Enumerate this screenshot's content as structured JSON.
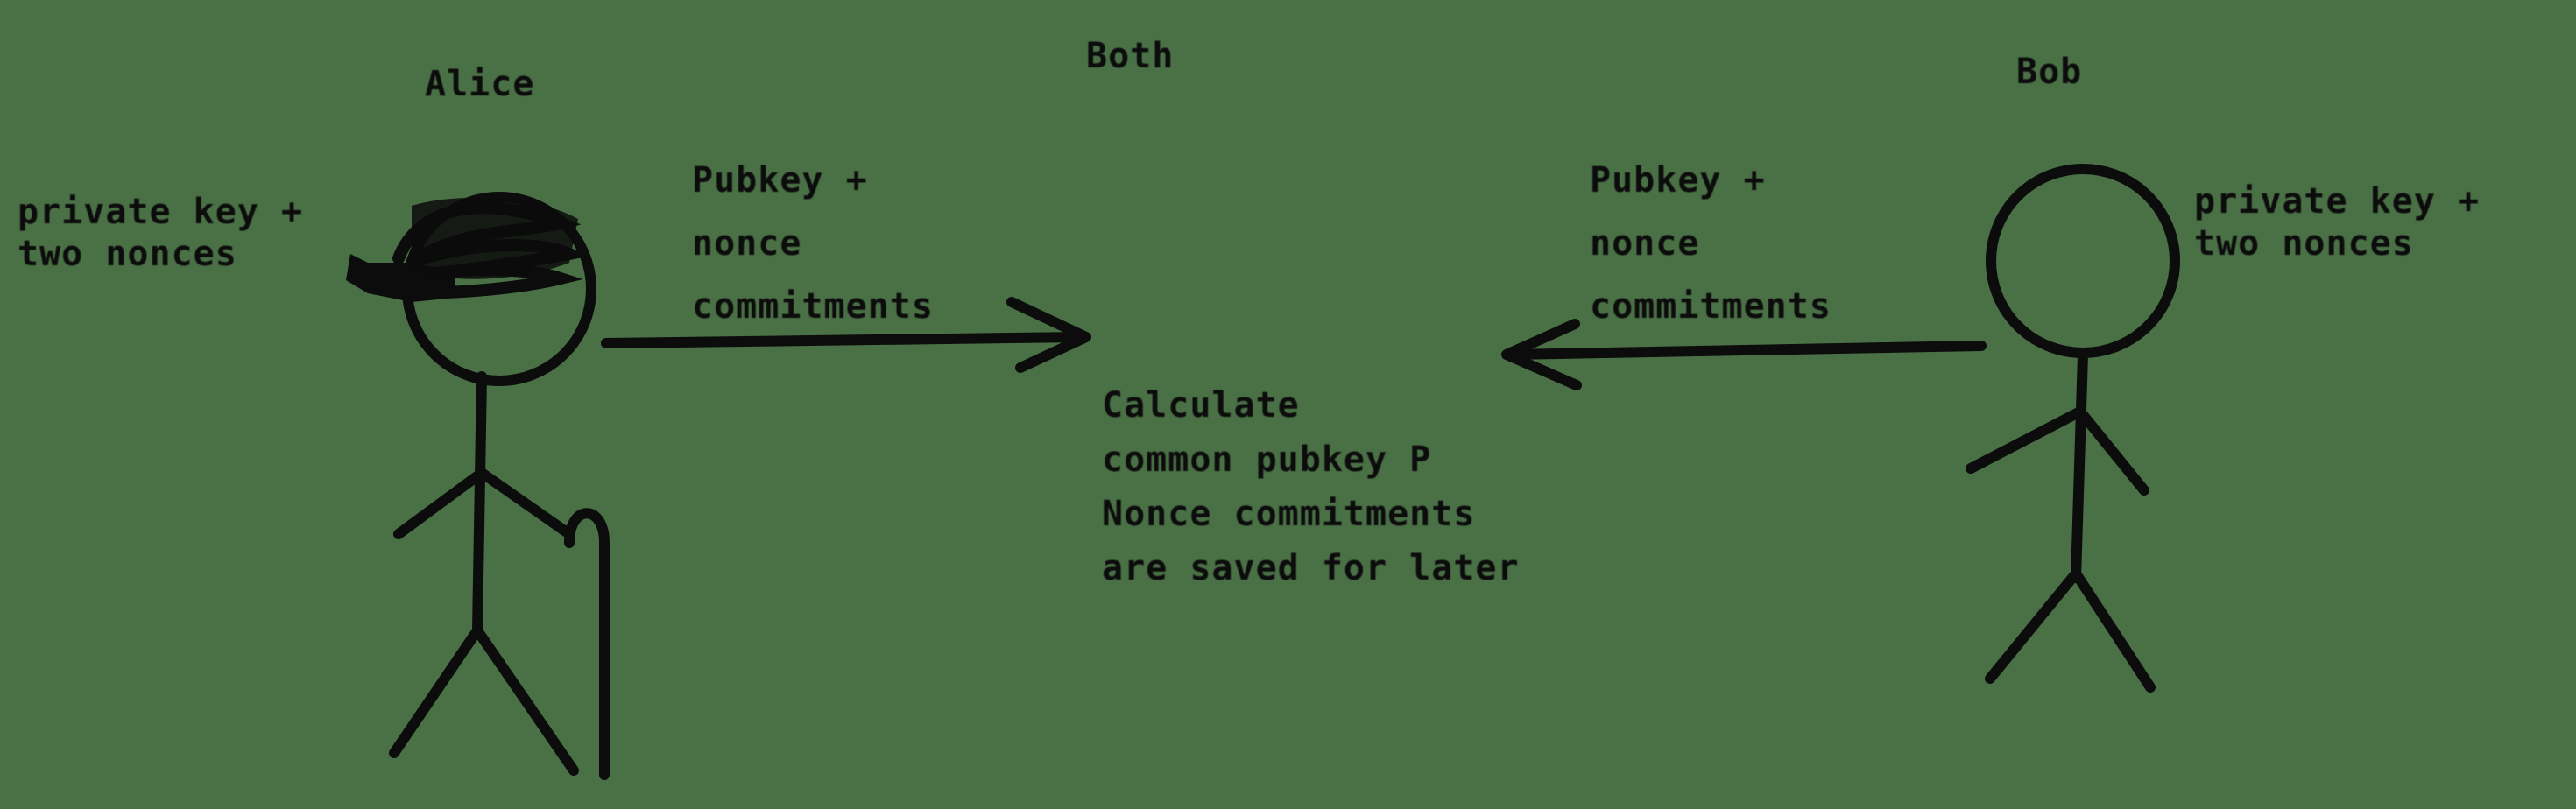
{
  "people": {
    "alice": {
      "name": "Alice",
      "note_lines": [
        "private key +",
        "two nonces"
      ]
    },
    "bob": {
      "name": "Bob",
      "note_lines": [
        "private key +",
        "two nonces"
      ]
    },
    "both": {
      "name": "Both",
      "result_lines": [
        "Calculate",
        "common pubkey P",
        "Nonce commitments",
        "are saved for later"
      ]
    }
  },
  "messages": {
    "alice_to_both": [
      "Pubkey +",
      "nonce",
      "commitments"
    ],
    "bob_to_both": [
      "Pubkey +",
      "nonce",
      "commitments"
    ]
  },
  "colors": {
    "background": "#4a7046",
    "ink": "#0c0c0c"
  }
}
